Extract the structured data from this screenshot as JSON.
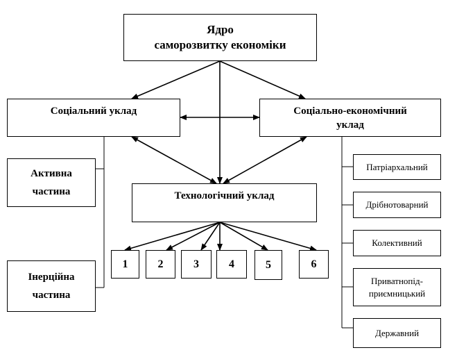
{
  "core": {
    "line1": "Ядро",
    "line2": "саморозвитку економіки"
  },
  "social": {
    "label": "Соціальний уклад"
  },
  "socioeconomic": {
    "line1": "Соціально-економічний",
    "line2": "уклад"
  },
  "technological": {
    "label": "Технологічний  уклад"
  },
  "active": {
    "line1": "Активна",
    "line2": "частина"
  },
  "inertial": {
    "line1": "Інерційна",
    "line2": "частина"
  },
  "numbers": [
    "1",
    "2",
    "3",
    "4",
    "5",
    "6"
  ],
  "forms": {
    "patriarchal": "Патріархальний",
    "small_commodity": "Дрібнотоварний",
    "collective": "Колективний",
    "private_line1": "Приватнопід-",
    "private_line2": "приємницький",
    "state": "Державний"
  }
}
